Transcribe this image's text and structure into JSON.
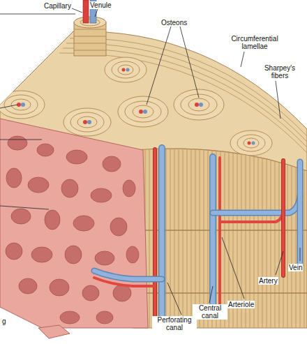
{
  "diagram": {
    "labels": [
      "Capillary",
      "Venule",
      "Osteons",
      "Circumferential lamellae",
      "Sharpey's fibers",
      "Vein",
      "Artery",
      "Arteriole",
      "Central canal",
      "Perforating canal",
      "g"
    ]
  }
}
